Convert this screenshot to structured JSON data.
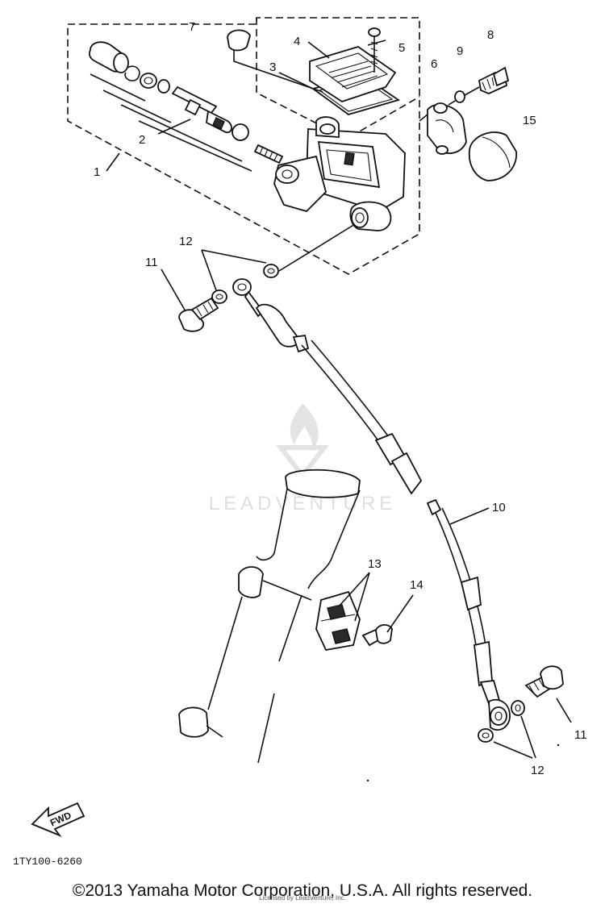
{
  "diagram": {
    "callouts": {
      "c1": "1",
      "c2": "2",
      "c3": "3",
      "c4": "4",
      "c5": "5",
      "c6": "6",
      "c7": "7",
      "c8": "8",
      "c9": "9",
      "c10": "10",
      "c11a": "11",
      "c11b": "11",
      "c12a": "12",
      "c12b": "12",
      "c13": "13",
      "c14": "14",
      "c15": "15"
    },
    "fwd_label": "FWD",
    "drawing_code": "1TY100-6260",
    "watermark": "LEADVENTURE"
  },
  "footer": {
    "copyright": "©2013 Yamaha Motor Corporation, U.S.A. All rights reserved.",
    "credit": "Licensed by LeadVenture, Inc."
  },
  "colors": {
    "ink": "#111111",
    "background": "#ffffff",
    "watermark": "#d9d9d9"
  }
}
